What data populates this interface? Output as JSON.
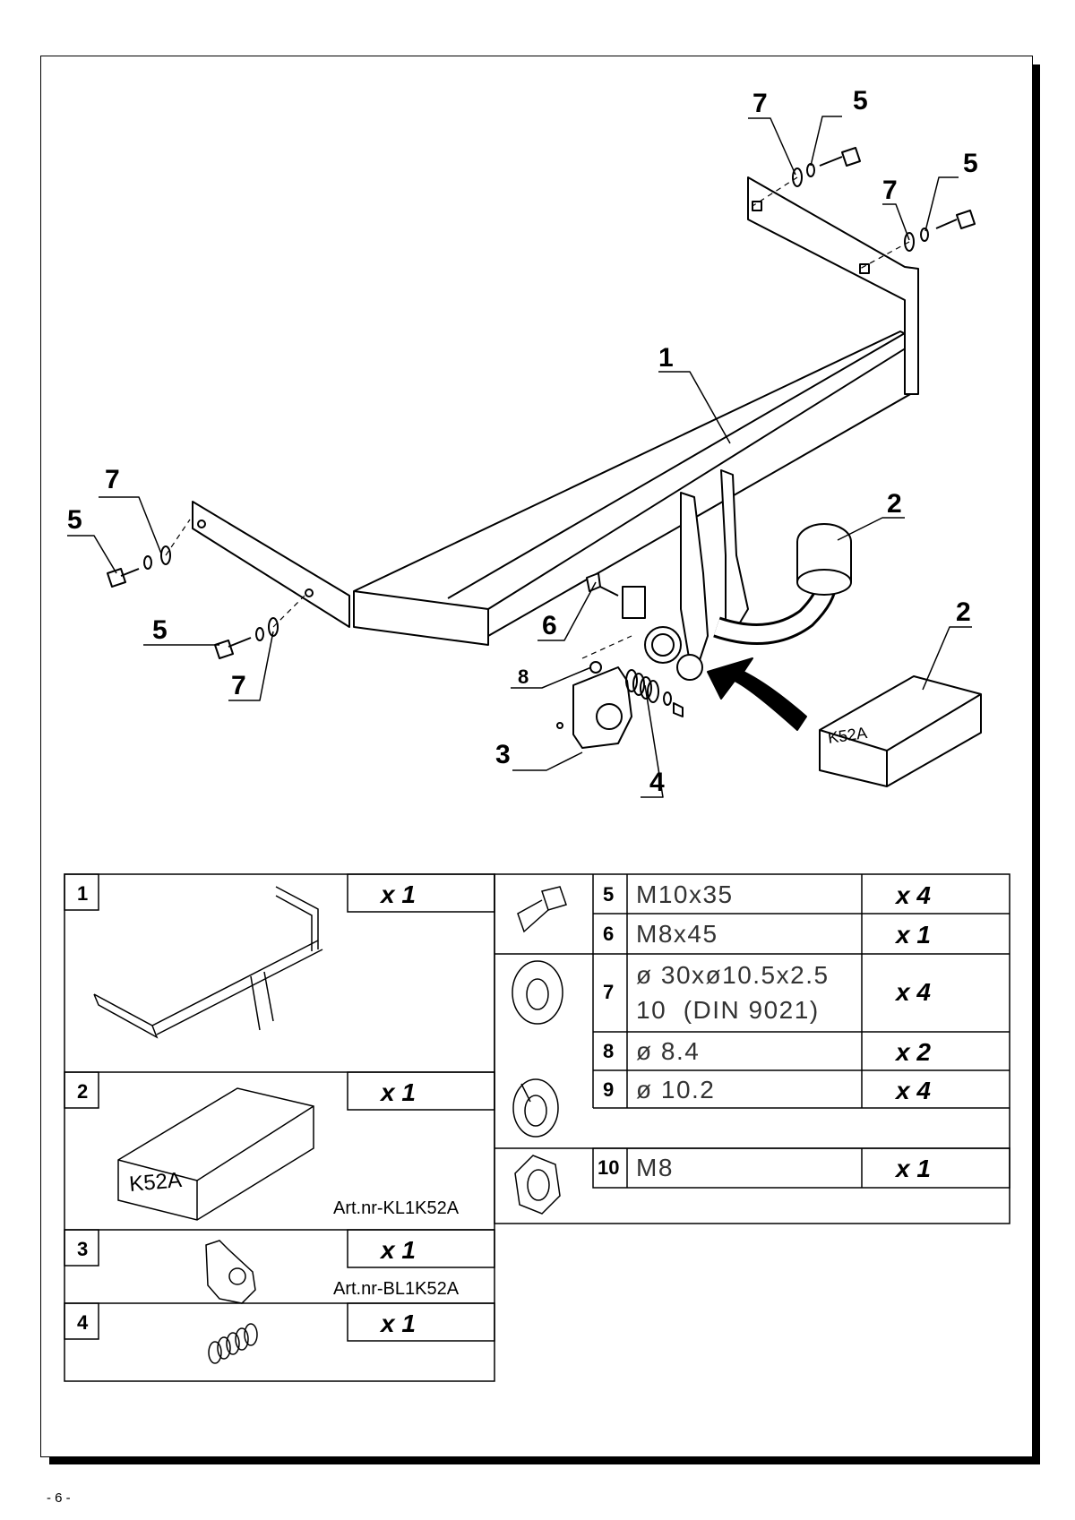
{
  "page_number": "- 6 -",
  "callouts": {
    "c1": "1",
    "c2a": "2",
    "c2b": "2",
    "c3": "3",
    "c4": "4",
    "c5a": "5",
    "c5b": "5",
    "c5c": "5",
    "c5d": "5",
    "c6": "6",
    "c7a": "7",
    "c7b": "7",
    "c7c": "7",
    "c7d": "7",
    "c8": "8",
    "box_label": "K52A"
  },
  "parts_left": [
    {
      "no": "1",
      "qty": "x 1",
      "art": ""
    },
    {
      "no": "2",
      "qty": "x 1",
      "art": "Art.nr-KL1K52A",
      "box_label": "K52A"
    },
    {
      "no": "3",
      "qty": "x 1",
      "art": "Art.nr-BL1K52A"
    },
    {
      "no": "4",
      "qty": "x 1",
      "art": ""
    }
  ],
  "parts_right": [
    {
      "no": "5",
      "spec": "M10x35",
      "qty": "x 4"
    },
    {
      "no": "6",
      "spec": "M8x45",
      "qty": "x 1"
    },
    {
      "no": "7",
      "spec": "ø 30xø10.5x2.5",
      "spec2": "10  (DIN 9021)",
      "qty": "x 4"
    },
    {
      "no": "8",
      "spec": "ø 8.4",
      "qty": "x 2"
    },
    {
      "no": "9",
      "spec": "ø 10.2",
      "qty": "x 4"
    },
    {
      "no": "10",
      "spec": "M8",
      "qty": "x 1"
    }
  ]
}
